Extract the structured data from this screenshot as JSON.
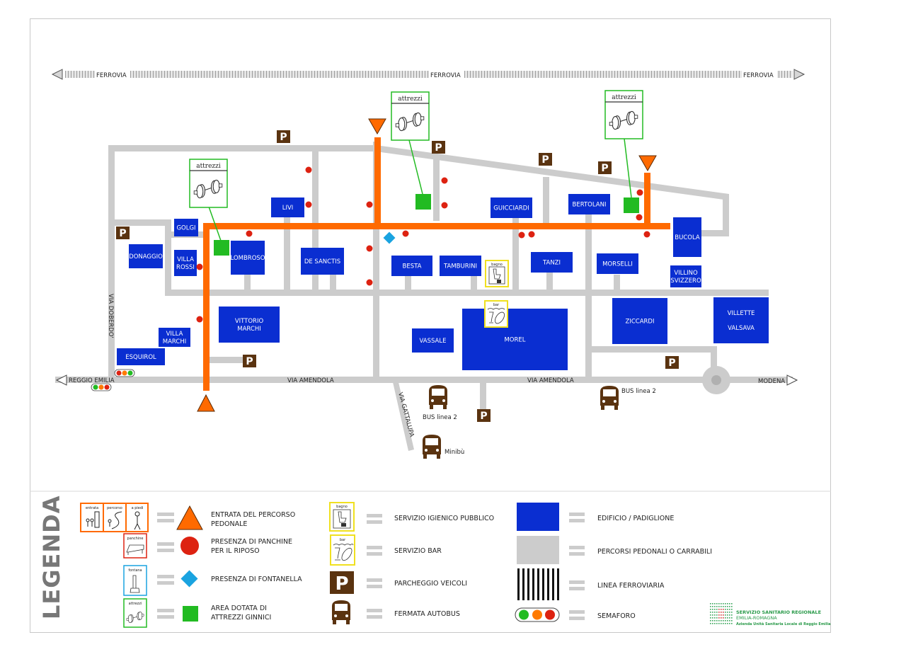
{
  "map": {
    "railway": {
      "labels": [
        "FERROVIA",
        "FERROVIA",
        "FERROVIA"
      ]
    },
    "roads": {
      "via_amendola_left": "VIA AMENDOLA",
      "via_amendola_right": "VIA AMENDOLA",
      "via_doberdo": "VIA DOBERDO'",
      "via_gattalupa": "VIA GATTALUPA",
      "reggio_emilia": "REGGIO EMILIA",
      "modena": "MODENA"
    },
    "buildings": [
      {
        "id": "livi",
        "name": "LIVI"
      },
      {
        "id": "golgi",
        "name": "GOLGI"
      },
      {
        "id": "donaggio",
        "name": "DONAGGIO"
      },
      {
        "id": "villa-rossi",
        "name": "VILLA",
        "name2": "ROSSI"
      },
      {
        "id": "lombroso",
        "name": "LOMBROSO"
      },
      {
        "id": "de-sanctis",
        "name": "DE SANCTIS"
      },
      {
        "id": "besta",
        "name": "BESTA"
      },
      {
        "id": "tamburini",
        "name": "TAMBURINI"
      },
      {
        "id": "guicciardi",
        "name": "GUICCIARDI"
      },
      {
        "id": "bertolani",
        "name": "BERTOLANI"
      },
      {
        "id": "tanzi",
        "name": "TANZI"
      },
      {
        "id": "morselli",
        "name": "MORSELLI"
      },
      {
        "id": "bucola",
        "name": "BUCOLA"
      },
      {
        "id": "villino-svizzero",
        "name": "VILLINO",
        "name2": "SVIZZERO"
      },
      {
        "id": "vittorio-marchi",
        "name": "VITTORIO",
        "name2": "MARCHI"
      },
      {
        "id": "villa-marchi",
        "name": "VILLA",
        "name2": "MARCHI"
      },
      {
        "id": "esquirol",
        "name": "ESQUIROL"
      },
      {
        "id": "vassale",
        "name": "VASSALE"
      },
      {
        "id": "morel",
        "name": "MOREL"
      },
      {
        "id": "ziccardi",
        "name": "ZICCARDI"
      },
      {
        "id": "villette-valsava",
        "name": "VILLETTE",
        "name2": "VALSAVA"
      }
    ],
    "gym_label": "attrezzi",
    "bagno_label": "bagno",
    "bar_label": "bar",
    "parking_letter": "P",
    "bus_stops": [
      {
        "label": "BUS linea 2"
      },
      {
        "label": "BUS linea 2"
      },
      {
        "label": "Minibù"
      }
    ]
  },
  "legend": {
    "title": "LEGENDA",
    "pictograms": {
      "entrata": "entrata",
      "percorso": "percorso",
      "a_piedi": "a piedi",
      "panchine": "panchine",
      "fontana": "fontana",
      "attrezzi": "attrezzi",
      "bagno": "bagno",
      "bar": "bar"
    },
    "items": [
      {
        "id": "entrata",
        "line1": "ENTRATA DEL PERCORSO",
        "line2": "PEDONALE",
        "color": "#ff6a00"
      },
      {
        "id": "panchine",
        "line1": "PRESENZA DI PANCHINE",
        "line2": "PER IL RIPOSO",
        "color": "#dd2211"
      },
      {
        "id": "fontanella",
        "line1": "PRESENZA DI FONTANELLA",
        "line2": "",
        "color": "#1aa3e0"
      },
      {
        "id": "attrezzi",
        "line1": "AREA DOTATA DI",
        "line2": "ATTREZZI GINNICI",
        "color": "#22bb22"
      },
      {
        "id": "igienico",
        "line1": "SERVIZIO IGIENICO PUBBLICO",
        "line2": ""
      },
      {
        "id": "bar",
        "line1": "SERVIZIO BAR",
        "line2": ""
      },
      {
        "id": "parcheggio",
        "line1": "PARCHEGGIO VEICOLI",
        "line2": ""
      },
      {
        "id": "autobus",
        "line1": "FERMATA AUTOBUS",
        "line2": ""
      },
      {
        "id": "edificio",
        "line1": "EDIFICIO / PADIGLIONE",
        "line2": "",
        "color": "#0a2ed1"
      },
      {
        "id": "percorsi",
        "line1": "PERCORSI PEDONALI O CARRABILI",
        "line2": "",
        "color": "#cccccc"
      },
      {
        "id": "ferrovia",
        "line1": "LINEA FERROVIARIA",
        "line2": ""
      },
      {
        "id": "semaforo",
        "line1": "SEMAFORO",
        "line2": ""
      }
    ]
  },
  "logo": {
    "line1": "SERVIZIO SANITARIO REGIONALE",
    "line2": "EMILIA-ROMAGNA",
    "line3": "Azienda Unità Sanitaria Locale di Reggio Emilia"
  },
  "colors": {
    "building": "#0a2ed1",
    "path": "#cccccc",
    "route": "#ff6a00",
    "bench": "#dd2211",
    "fountain": "#1aa3e0",
    "gym": "#22bb22",
    "parking": "#5a3310",
    "logo_green": "#2a9a4a"
  }
}
